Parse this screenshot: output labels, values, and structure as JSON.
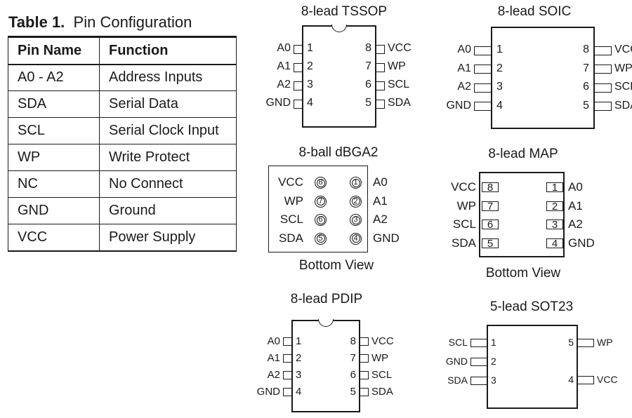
{
  "table": {
    "caption_num": "Table 1.",
    "caption_text": "Pin Configuration",
    "headers": [
      "Pin Name",
      "Function"
    ],
    "rows": [
      [
        "A0 - A2",
        "Address Inputs"
      ],
      [
        "SDA",
        "Serial Data"
      ],
      [
        "SCL",
        "Serial Clock Input"
      ],
      [
        "WP",
        "Write Protect"
      ],
      [
        "NC",
        "No Connect"
      ],
      [
        "GND",
        "Ground"
      ],
      [
        "VCC",
        "Power Supply"
      ]
    ]
  },
  "tssop": {
    "title": "8-lead TSSOP",
    "left": [
      [
        "A0",
        "1"
      ],
      [
        "A1",
        "2"
      ],
      [
        "A2",
        "3"
      ],
      [
        "GND",
        "4"
      ]
    ],
    "right": [
      [
        "8",
        "VCC"
      ],
      [
        "7",
        "WP"
      ],
      [
        "6",
        "SCL"
      ],
      [
        "5",
        "SDA"
      ]
    ]
  },
  "soic": {
    "title": "8-lead SOIC",
    "left": [
      [
        "A0",
        "1"
      ],
      [
        "A1",
        "2"
      ],
      [
        "A2",
        "3"
      ],
      [
        "GND",
        "4"
      ]
    ],
    "right": [
      [
        "8",
        "VCC"
      ],
      [
        "7",
        "WP"
      ],
      [
        "6",
        "SCL"
      ],
      [
        "5",
        "SDA"
      ]
    ]
  },
  "dbga": {
    "title": "8-ball dBGA2",
    "note": "Bottom View",
    "left": [
      [
        "VCC",
        "8"
      ],
      [
        "WP",
        "7"
      ],
      [
        "SCL",
        "6"
      ],
      [
        "SDA",
        "5"
      ]
    ],
    "right": [
      [
        "1",
        "A0"
      ],
      [
        "2",
        "A1"
      ],
      [
        "3",
        "A2"
      ],
      [
        "4",
        "GND"
      ]
    ]
  },
  "map": {
    "title": "8-lead MAP",
    "note": "Bottom View",
    "left": [
      [
        "VCC",
        "8"
      ],
      [
        "WP",
        "7"
      ],
      [
        "SCL",
        "6"
      ],
      [
        "SDA",
        "5"
      ]
    ],
    "right": [
      [
        "1",
        "A0"
      ],
      [
        "2",
        "A1"
      ],
      [
        "3",
        "A2"
      ],
      [
        "4",
        "GND"
      ]
    ]
  },
  "pdip": {
    "title": "8-lead PDIP",
    "left": [
      [
        "A0",
        "1"
      ],
      [
        "A1",
        "2"
      ],
      [
        "A2",
        "3"
      ],
      [
        "GND",
        "4"
      ]
    ],
    "right": [
      [
        "8",
        "VCC"
      ],
      [
        "7",
        "WP"
      ],
      [
        "6",
        "SCL"
      ],
      [
        "5",
        "SDA"
      ]
    ]
  },
  "sot23": {
    "title": "5-lead SOT23",
    "left": [
      [
        "SCL",
        "1"
      ],
      [
        "GND",
        "2"
      ],
      [
        "SDA",
        "3"
      ]
    ],
    "right": [
      [
        "5",
        "WP"
      ],
      [
        "4",
        "VCC"
      ]
    ]
  }
}
